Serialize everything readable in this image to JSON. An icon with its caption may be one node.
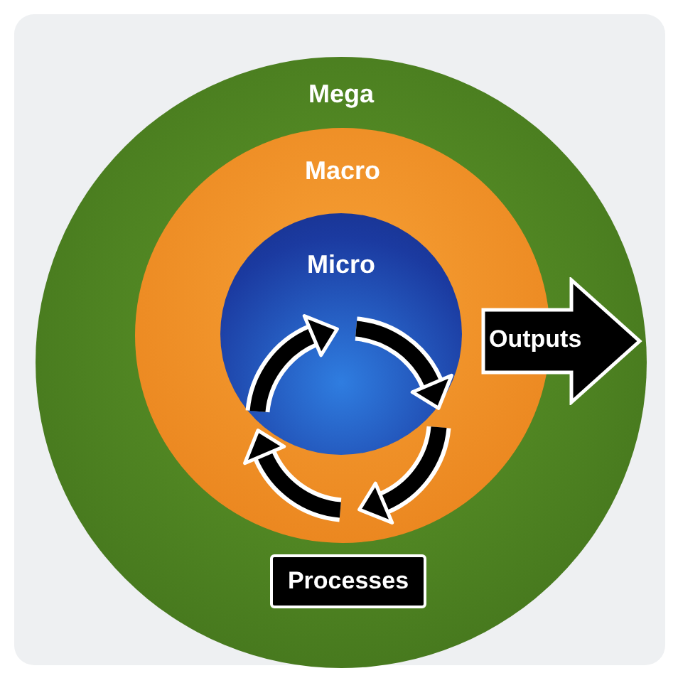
{
  "diagram": {
    "nodes": [
      {
        "text": [
          "Mega"
        ]
      },
      {
        "text": [
          "Macro"
        ],
        "in": 0
      },
      {
        "text": [
          "Micro"
        ],
        "in": 1
      },
      {
        "text": [
          "Outputs"
        ],
        "in": 0
      },
      {
        "text": [
          "Processes"
        ],
        "in": 0
      }
    ]
  }
}
